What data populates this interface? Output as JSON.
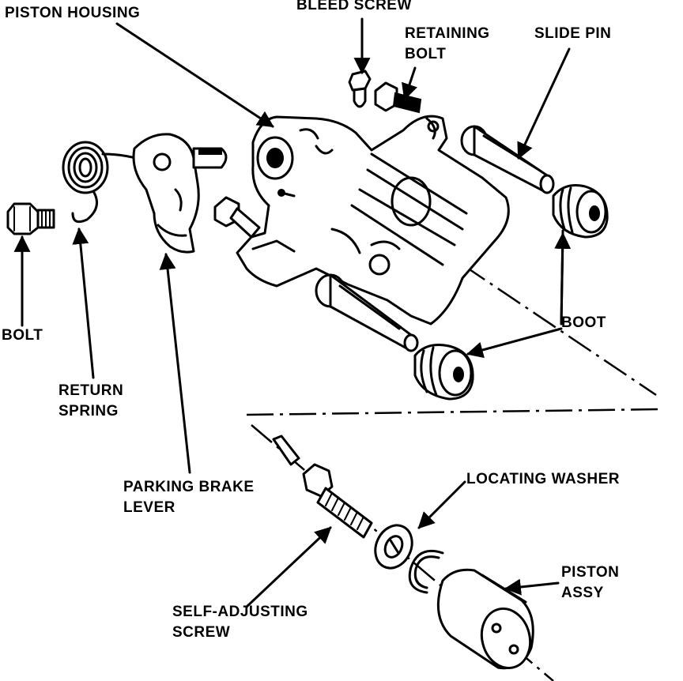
{
  "labels": {
    "piston_housing": "PISTON HOUSING",
    "bleed_screw": "BLEED SCREW",
    "retaining_bolt_1": "RETAINING",
    "retaining_bolt_2": "BOLT",
    "slide_pin": "SLIDE PIN",
    "bolt": "BOLT",
    "boot": "BOOT",
    "return_spring_1": "RETURN",
    "return_spring_2": "SPRING",
    "parking_brake_lever_1": "PARKING BRAKE",
    "parking_brake_lever_2": "LEVER",
    "locating_washer": "LOCATING WASHER",
    "piston_assy_1": "PISTON",
    "piston_assy_2": "ASSY",
    "self_adjusting_screw_1": "SELF-ADJUSTING",
    "self_adjusting_screw_2": "SCREW"
  }
}
